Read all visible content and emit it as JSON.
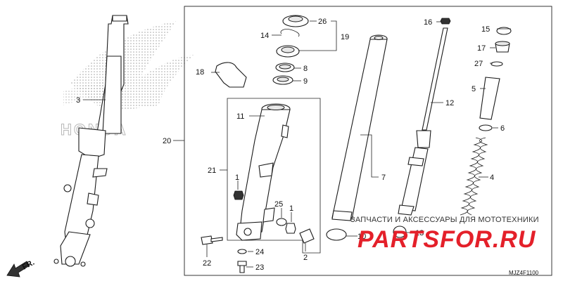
{
  "callouts": {
    "p1a": "1",
    "p1b": "1",
    "p2": "2",
    "p3": "3",
    "p4": "4",
    "p5": "5",
    "p6": "6",
    "p7": "7",
    "p8": "8",
    "p9": "9",
    "p10": "10",
    "p11": "11",
    "p12": "12",
    "p13": "13",
    "p14": "14",
    "p15": "15",
    "p16": "16",
    "p17": "17",
    "p18": "18",
    "p19": "19",
    "p20": "20",
    "p21": "21",
    "p22": "22",
    "p23": "23",
    "p24": "24",
    "p25": "25",
    "p26": "26",
    "p27": "27"
  },
  "direction_label": "FR.",
  "brand_watermark": "HONDA",
  "watermark": {
    "caption": "ЗАПЧАСТИ И АКСЕССУАРЫ ДЛЯ МОТОТЕХНИКИ",
    "logo": "PARTSFOR.RU",
    "logo_color": "#e4202a"
  },
  "diagram_code": "MJZ4F1100"
}
